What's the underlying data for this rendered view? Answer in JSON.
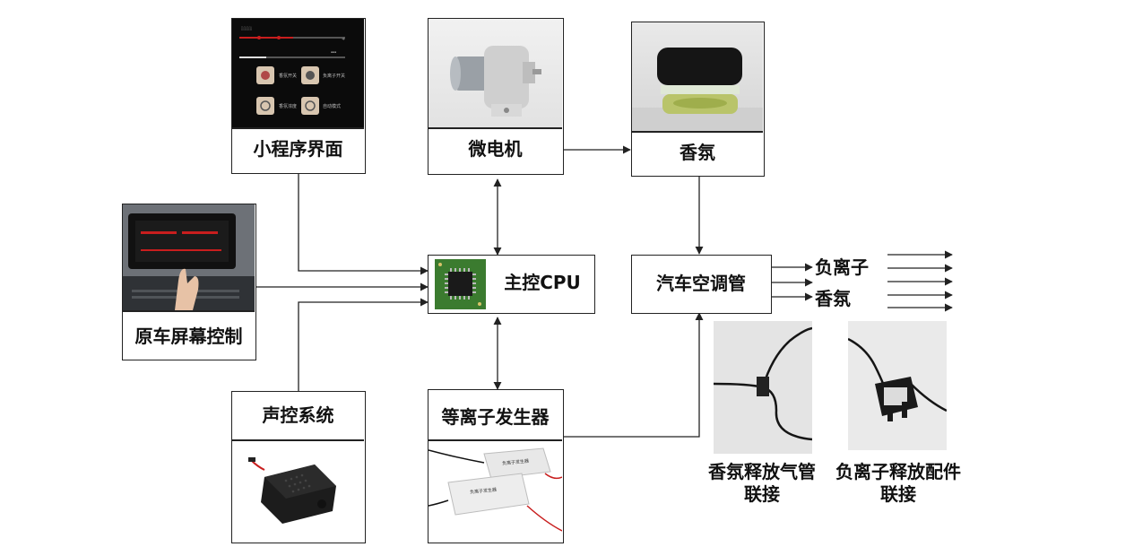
{
  "nodes": {
    "miniprogram": {
      "label": "小程序界面"
    },
    "motor": {
      "label": "微电机"
    },
    "fragrance_source": {
      "label": "香氛"
    },
    "car_screen": {
      "label": "原车屏幕控制"
    },
    "cpu": {
      "label": "主控CPU"
    },
    "ac_duct": {
      "label": "汽车空调管"
    },
    "voice": {
      "label": "声控系统"
    },
    "plasma": {
      "label": "等离子发生器"
    }
  },
  "outputs": {
    "negative_ion": "负离子",
    "fragrance": "香氛"
  },
  "captions": {
    "fragrance_pipe": {
      "line1": "香氛释放气管",
      "line2": "联接"
    },
    "ion_fitting": {
      "line1": "负离子释放配件",
      "line2": "联接"
    }
  },
  "miniprogram_ui": {
    "buttons": [
      "香氛开关",
      "负离子开关",
      "香氛浓度",
      "自动模式"
    ]
  },
  "plasma_device": {
    "front_label": "负离子发生器",
    "back_label": "负离子发生器"
  },
  "colors": {
    "line": "#222222",
    "screen_dark": "#0b0b0b",
    "accent_red": "#c81e1e"
  }
}
